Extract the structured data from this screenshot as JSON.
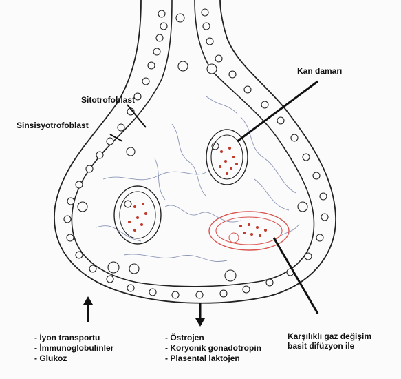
{
  "labels": {
    "sitotrofoblast": "Sitotrofoblast",
    "sinsisyotrofoblast": "Sinsisyotrofoblast",
    "kan_damari": "Kan damarı",
    "gas_exchange": [
      "Karşılıklı gaz değişim",
      "basit difüzyon ile"
    ]
  },
  "left_list": [
    "- İyon transportu",
    "- İmmunoglobulinler",
    "- Glukoz"
  ],
  "middle_list": [
    "- Östrojen",
    "- Koryonik gonadotropin",
    "- Plasental laktojen"
  ],
  "colors": {
    "outline": "#222222",
    "vessel_red": "#d9534f",
    "rbc": "#c0392b",
    "fibers": "#8a95b5"
  }
}
